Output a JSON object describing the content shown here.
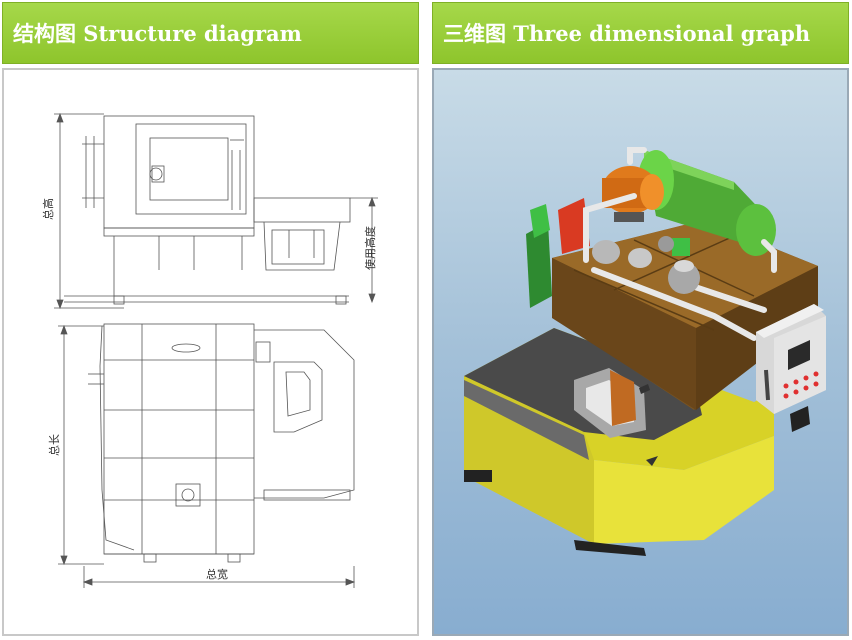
{
  "left_panel": {
    "title": "结构图 Structure diagram",
    "labels": {
      "total_height": "总高",
      "working_height": "使用高度",
      "total_length": "总长",
      "total_width": "总宽"
    }
  },
  "right_panel": {
    "title": "三维图 Three dimensional graph"
  },
  "colors": {
    "header_green": "#8ec52c",
    "machine_yellow": "#e3dc2c",
    "machine_brown": "#7a5420",
    "tank_green": "#5fbf3a",
    "motor_orange": "#e07a1c"
  }
}
